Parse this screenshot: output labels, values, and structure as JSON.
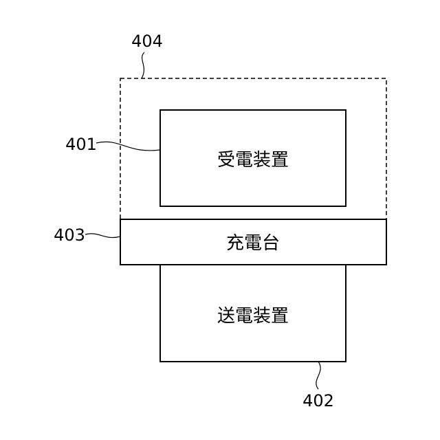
{
  "diagram": {
    "blocks": {
      "power_receiving_device": "受電装置",
      "charging_stand": "充電台",
      "power_transmitting_device": "送電装置"
    },
    "references": {
      "ref_401": "401",
      "ref_402": "402",
      "ref_403": "403",
      "ref_404": "404"
    }
  }
}
